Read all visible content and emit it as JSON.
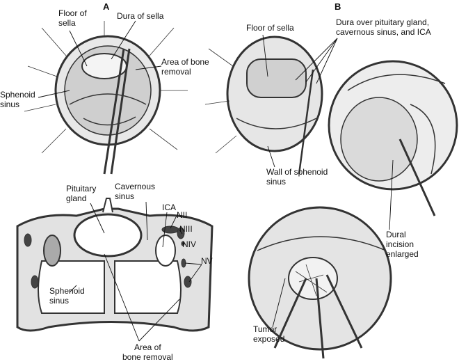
{
  "panels": {
    "a": "A",
    "b": "B"
  },
  "labels": {
    "floor_sella_a": "Floor of\nsella",
    "dura_sella": "Dura of sella",
    "bone_removal_a": "Area of bone\nremoval",
    "sphenoid_a": "Sphenoid\nsinus",
    "floor_sella_b": "Floor of sella",
    "dura_over": "Dura over pituitary gland,\ncavernous sinus, and ICA",
    "wall_sphenoid": "Wall of sphenoid\nsinus",
    "dural_incision": "Dural\nincision\nenlarged",
    "tumor": "Tumor\nexposed",
    "pituitary": "Pituitary\ngland",
    "cavernous": "Cavernous\nsinus",
    "ica": "ICA",
    "n2": "NII",
    "n3": "NIII",
    "n4": "NIV",
    "n5": "NV",
    "sphenoid_c": "Sphenoid\nsinus",
    "bone_removal_c": "Area of\nbone removal"
  }
}
